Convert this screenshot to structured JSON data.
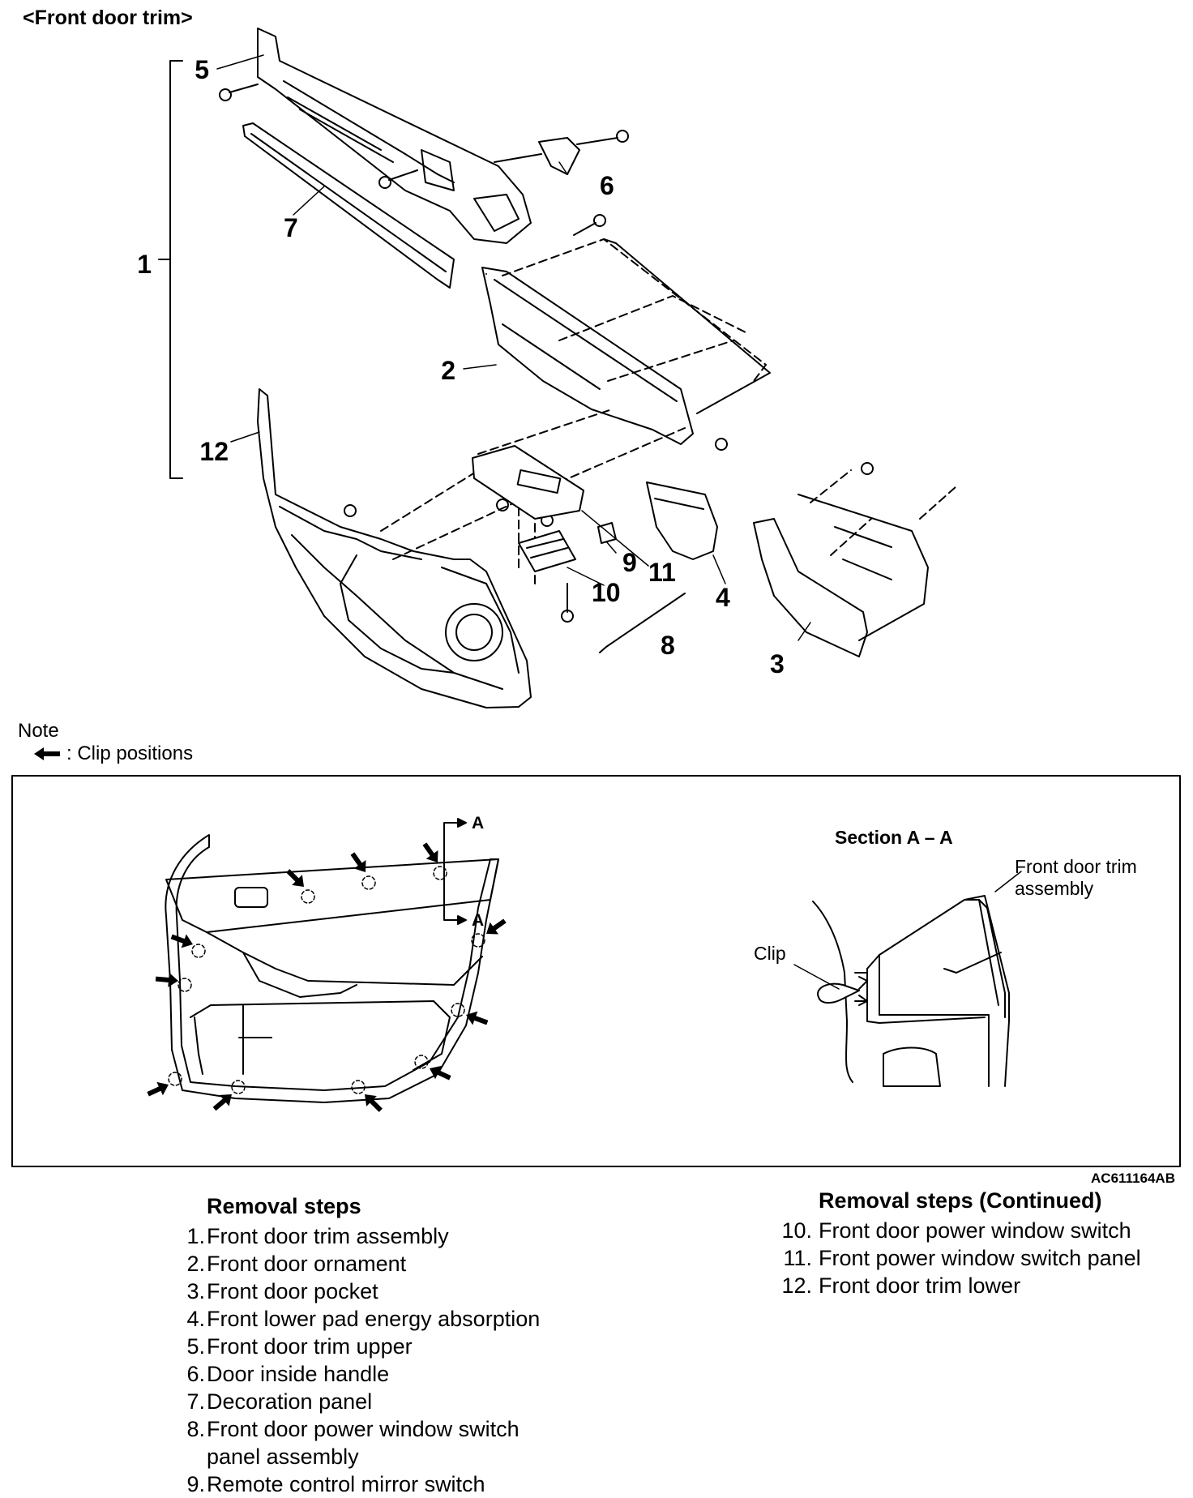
{
  "page_title": "<Front door trim>",
  "callouts": {
    "c1": "1",
    "c2": "2",
    "c3": "3",
    "c4": "4",
    "c5": "5",
    "c6": "6",
    "c7": "7",
    "c8": "8",
    "c9": "9",
    "c10": "10",
    "c11": "11",
    "c12": "12"
  },
  "note": {
    "label": "Note",
    "legend_text": ": Clip positions",
    "legend_icon": "clip-arrow-icon"
  },
  "section_view": {
    "title": "Section A – A",
    "marker": "A",
    "trim_label": [
      "Front door trim",
      "assembly"
    ],
    "clip_label": "Clip"
  },
  "reference_code": "AC611164AB",
  "removal_steps": {
    "title": "Removal steps",
    "items": [
      {
        "num": "1.",
        "text": "Front door trim assembly"
      },
      {
        "num": "2.",
        "text": "Front door ornament"
      },
      {
        "num": "3.",
        "text": "Front door pocket"
      },
      {
        "num": "4.",
        "text": "Front lower pad energy absorption"
      },
      {
        "num": "5.",
        "text": "Front door trim upper"
      },
      {
        "num": "6.",
        "text": "Door inside handle"
      },
      {
        "num": "7.",
        "text": "Decoration panel"
      },
      {
        "num": "8.",
        "text": "Front door power window switch panel assembly"
      },
      {
        "num": "9.",
        "text": "Remote control mirror switch"
      }
    ]
  },
  "removal_steps_continued": {
    "title": "Removal steps (Continued)",
    "items": [
      {
        "num": "10.",
        "text": "Front door power window switch"
      },
      {
        "num": "11.",
        "text": "Front power window switch panel"
      },
      {
        "num": "12.",
        "text": "Front door trim lower"
      }
    ]
  }
}
